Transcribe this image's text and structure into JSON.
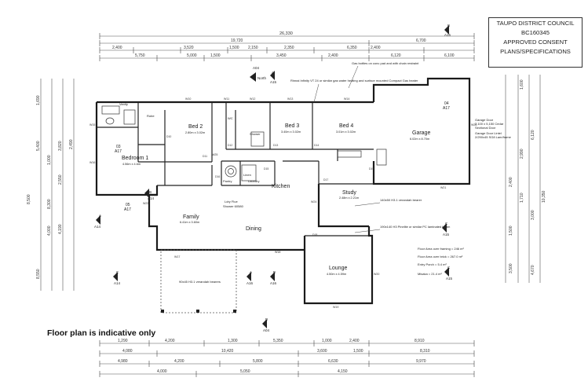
{
  "stamp": {
    "council": "TAUPO DISTRICT COUNCIL",
    "consent_number": "BC160345",
    "approved_line1": "APPROVED CONSENT",
    "approved_line2": "PLANS/SPECIFICATIONS"
  },
  "notice": "Floor plan is indicative only",
  "rooms": [
    {
      "key": "bed2",
      "name": "Bed 2",
      "size": "2.80m x 3.02m"
    },
    {
      "key": "bed3",
      "name": "Bed 3",
      "size": "3.40m x 3.02m"
    },
    {
      "key": "bed4",
      "name": "Bed 4",
      "size": "3.01m x 3.02m"
    },
    {
      "key": "bedroom1",
      "name": "Bedroom 1",
      "size": "4.56m x 4.6m"
    },
    {
      "key": "garage",
      "name": "Garage",
      "size": "6.02m x 8.70m"
    },
    {
      "key": "kitchen",
      "name": "Kitchen",
      "size": ""
    },
    {
      "key": "family",
      "name": "Family",
      "size": "6.41m x 3.60m"
    },
    {
      "key": "dining",
      "name": "Dining",
      "size": ""
    },
    {
      "key": "study",
      "name": "Study",
      "size": "2.48m x 2.21m"
    },
    {
      "key": "lounge",
      "name": "Lounge",
      "size": "4.50m x 4.59m"
    }
  ],
  "small_labels": {
    "vanity": "Vanity",
    "robe": "Robe",
    "wc": "WC",
    "shower": "Shower",
    "linen": "Linen",
    "pantry": "Pantry",
    "laundry": "Laundry",
    "ldry_flue": "Ldry Flue",
    "shower_fan": "Shower 60580"
  },
  "notes": {
    "gas_bottles": "Gas bottles on conc pad and with chain restraint",
    "water_heater": "Rinnai Infinity VT 24 or similar gas water heating and surface mounted Compact Gas heater",
    "garage_door_1": "Garage Door",
    "garage_door_2": "2,100 x 5,150 Cedar",
    "garage_door_3": "Sectional Door",
    "garage_door_4": "Garage Door Lintel",
    "garage_door_5": "2/290x45 SG8 Lam/frame",
    "veranda_1": "140x50 H3.1 verandah bearer",
    "veranda_2": "190x140 H3 Pinelite or similar PC laminated beam",
    "deck": "90x45 H3.1 verandah bearers"
  },
  "areas": {
    "framing": "Floor Area over framing = 246 m²",
    "brick": "Floor Area over brick = 267.0 m²",
    "entry": "Entry Porch = 5.4 m²",
    "misc": "Misaka = 21.4 m²"
  },
  "sections": [
    {
      "id": "A04",
      "ref": "North"
    },
    {
      "id": "A",
      "ref": "A15"
    },
    {
      "id": "B",
      "ref": "A14"
    },
    {
      "id": "A",
      "ref": "A14"
    },
    {
      "id": "B",
      "ref": "A15"
    },
    {
      "id": "C",
      "ref": "A15"
    },
    {
      "id": "C",
      "ref": "A14"
    },
    {
      "id": "A",
      "ref": "A16"
    },
    {
      "id": "D",
      "ref": "A04"
    },
    {
      "id": "C",
      "ref": "A15"
    },
    {
      "id": "B",
      "ref": "A16"
    }
  ],
  "room_tags": {
    "tag03": "03",
    "tag03_ref": "A17",
    "tag04": "04",
    "tag04_ref": "A17",
    "tag05": "05",
    "tag05_ref": "A17"
  },
  "dims": {
    "overall_top": "26,330",
    "top_row2": [
      "19,720",
      "6,700"
    ],
    "top_row3": [
      "2,400",
      "3,520",
      "1,500",
      "2,150",
      "2,350",
      "6,350",
      "2,400"
    ],
    "top_row4": [
      "5,750",
      "5,000",
      "1,500",
      "3,450",
      "2,400",
      "6,120",
      "6,100"
    ],
    "bottom_row1": [
      "1,290",
      "4,200",
      "1,300",
      "5,350",
      "1,000",
      "2,400",
      "8,910"
    ],
    "bottom_row2": [
      "4,080",
      "10,420",
      "3,600",
      "1,500",
      "8,310"
    ],
    "bottom_row3": [
      "4,980",
      "4,200",
      "5,800",
      "6,630",
      "9,970"
    ],
    "bottom_row4": [
      "4,000",
      "5,050",
      "4,150"
    ],
    "left_cols": [
      "8,500",
      "1,690",
      "1,000",
      "2,550",
      "4,000",
      "4,190",
      "8,550",
      "5,400",
      "2,490",
      "8,300",
      "3,820"
    ],
    "right_cols": [
      "1,600",
      "6,120",
      "2,990",
      "2,400",
      "1,710",
      "3,000",
      "1,500",
      "4,670",
      "3,500",
      "10,350"
    ]
  },
  "window_tags": [
    "W10",
    "W11",
    "W12",
    "W13",
    "W14",
    "W15",
    "W16",
    "W17",
    "W18",
    "W19",
    "W20",
    "W21",
    "W22",
    "W23",
    "W24",
    "W25"
  ],
  "door_tags": [
    "D10",
    "D11",
    "D12",
    "D13",
    "D14",
    "D15",
    "D16",
    "D17",
    "D18",
    "D19"
  ]
}
